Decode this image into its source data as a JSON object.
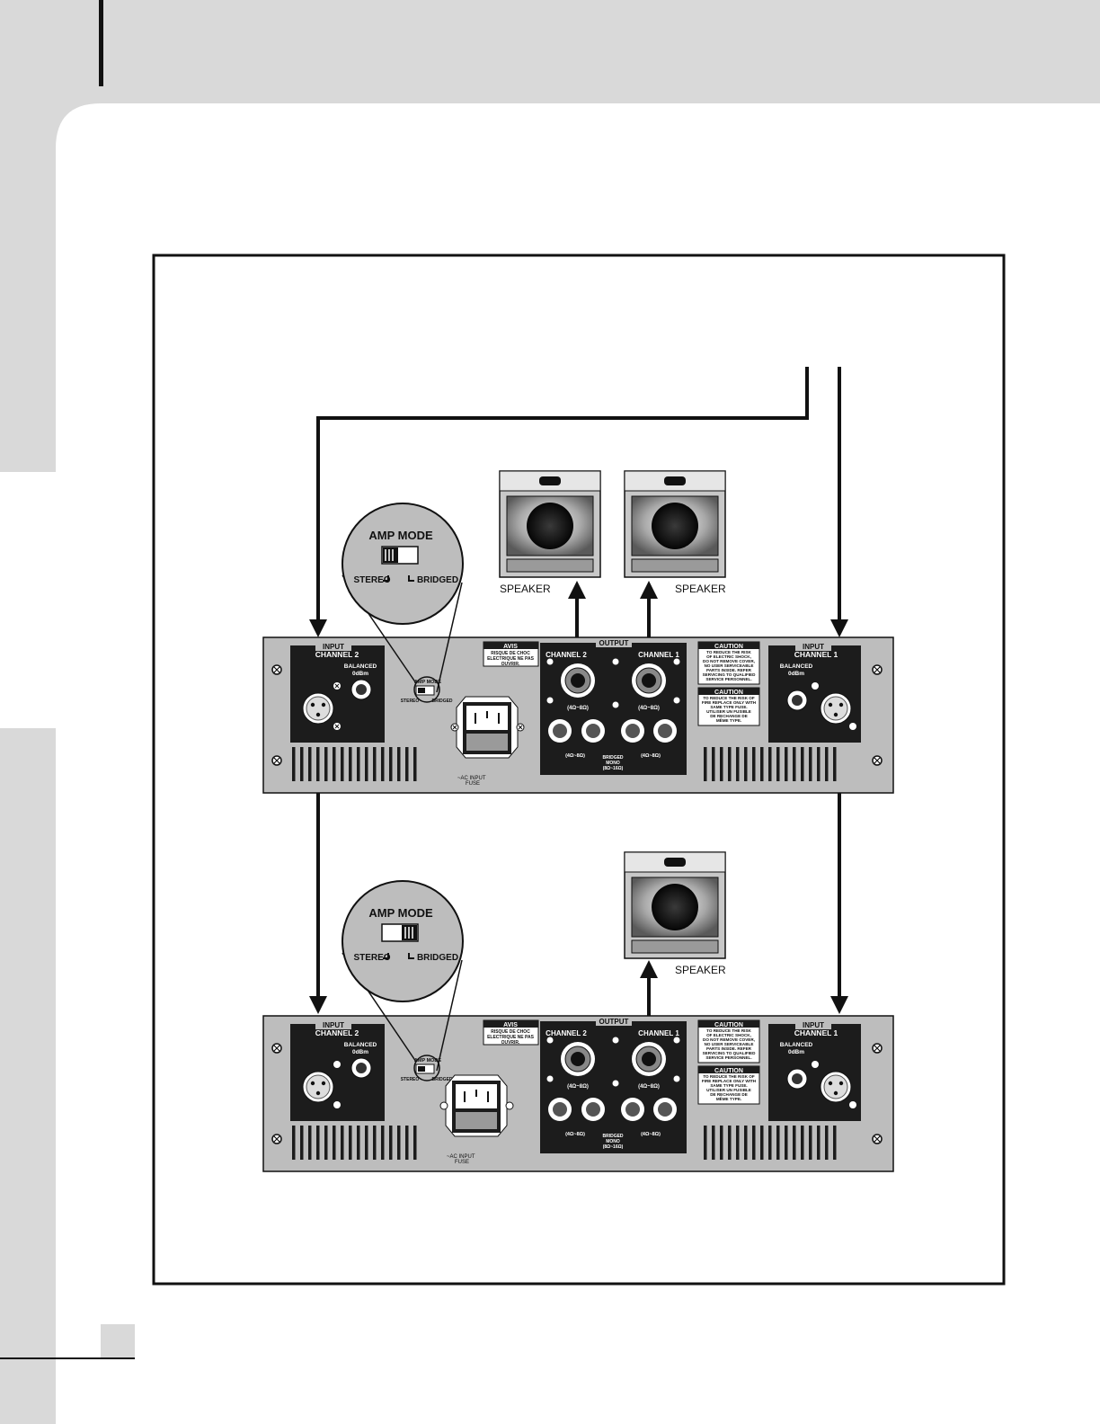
{
  "page": {
    "background": "#d9d9d9",
    "paper": "#ffffff"
  },
  "colors": {
    "panel": "#bdbdbd",
    "dark_panel": "#1c1c1c",
    "line": "#111111"
  },
  "speaker": {
    "label": "SPEAKER"
  },
  "amp_mode": {
    "title": "AMP MODE",
    "stereo": "STEREO",
    "bridged": "BRIDGED",
    "small": "AMP MODE"
  },
  "amps": [
    {
      "mode_position": "stereo",
      "input_ch2": {
        "header": "INPUT",
        "title": "CHANNEL 2",
        "balanced": "BALANCED",
        "level": "0dBm"
      },
      "input_ch1": {
        "header": "INPUT",
        "title": "CHANNEL 1",
        "balanced": "BALANCED",
        "level": "0dBm"
      },
      "avis": {
        "title": "AVIS",
        "l1": "RISQUE DE CHOC",
        "l2": "ELECTRIQUE NE PAS",
        "l3": "OUVRIR."
      },
      "output": {
        "header": "OUTPUT",
        "ch2": "CHANNEL 2",
        "ch1": "CHANNEL 1",
        "imp": "(4Ω~8Ω)",
        "bridged1": "BRIDGED",
        "bridged2": "MONO",
        "bridged3": "(8Ω~16Ω)"
      },
      "caution1": {
        "title": "CAUTION",
        "l1": "TO REDUCE THE RISK",
        "l2": "OF ELECTRIC SHOCK,",
        "l3": "DO NOT REMOVE COVER,",
        "l4": "NO USER SERVICEABLE",
        "l5": "PARTS INSIDE. REFER",
        "l6": "SERVICING TO QUALIFIED",
        "l7": "SERVICE PERSONNEL."
      },
      "caution2": {
        "title": "CAUTION",
        "l1": "TO REDUCE THE RISK OF",
        "l2": "FIRE REPLACE ONLY WITH",
        "l3": "SAME TYPE FUSE.",
        "l4": "UTILISER UN FUSIBLE",
        "l5": "DE RECHANGE DE",
        "l6": "MÊME TYPE."
      },
      "ac": {
        "l1": "~AC INPUT",
        "l2": "FUSE"
      },
      "small_stereo": "STEREO",
      "small_bridged": "BRIDGED"
    },
    {
      "mode_position": "bridged",
      "input_ch2": {
        "header": "INPUT",
        "title": "CHANNEL 2",
        "balanced": "BALANCED",
        "level": "0dBm"
      },
      "input_ch1": {
        "header": "INPUT",
        "title": "CHANNEL 1",
        "balanced": "BALANCED",
        "level": "0dBm"
      },
      "avis": {
        "title": "AVIS",
        "l1": "RISQUE DE CHOC",
        "l2": "ELECTRIQUE NE PAS",
        "l3": "OUVRIR."
      },
      "output": {
        "header": "OUTPUT",
        "ch2": "CHANNEL 2",
        "ch1": "CHANNEL 1",
        "imp": "(4Ω~8Ω)",
        "bridged1": "BRIDGED",
        "bridged2": "MONO",
        "bridged3": "(8Ω~16Ω)"
      },
      "caution1": {
        "title": "CAUTION",
        "l1": "TO REDUCE THE RISK",
        "l2": "OF ELECTRIC SHOCK,",
        "l3": "DO NOT REMOVE COVER,",
        "l4": "NO USER SERVICEABLE",
        "l5": "PARTS INSIDE. REFER",
        "l6": "SERVICING TO QUALIFIED",
        "l7": "SERVICE PERSONNEL."
      },
      "caution2": {
        "title": "CAUTION",
        "l1": "TO REDUCE THE RISK OF",
        "l2": "FIRE REPLACE ONLY WITH",
        "l3": "SAME TYPE FUSE.",
        "l4": "UTILISER UN FUSIBLE",
        "l5": "DE RECHANGE DE",
        "l6": "MÊME TYPE."
      },
      "ac": {
        "l1": "~AC INPUT",
        "l2": "FUSE"
      },
      "small_stereo": "STEREO",
      "small_bridged": "BRIDGED"
    }
  ]
}
